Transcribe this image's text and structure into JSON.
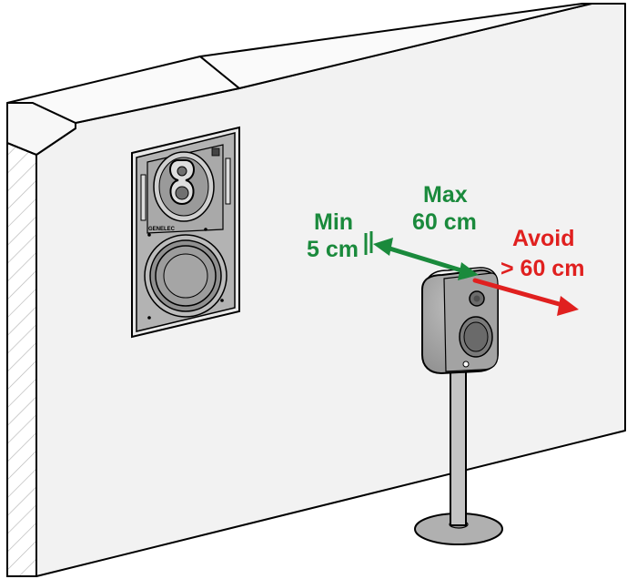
{
  "colors": {
    "wall_fill": "#f0f0f0",
    "wall_stroke": "#000000",
    "speaker_fill": "#a6a6a6",
    "speaker_dark": "#6e6e6e",
    "panel_fill": "#b9b9b9",
    "green": "#1a8a3c",
    "red": "#e0201f"
  },
  "labels": {
    "min_line1": "Min",
    "min_line2": "5 cm",
    "max_line1": "Max",
    "max_line2": "60 cm",
    "avoid_line1": "Avoid",
    "avoid_line2": "> 60 cm",
    "brand": "GENELEC"
  },
  "icons": {
    "flush_speaker": "in-wall-speaker-icon",
    "stand_speaker": "stand-speaker-icon"
  }
}
